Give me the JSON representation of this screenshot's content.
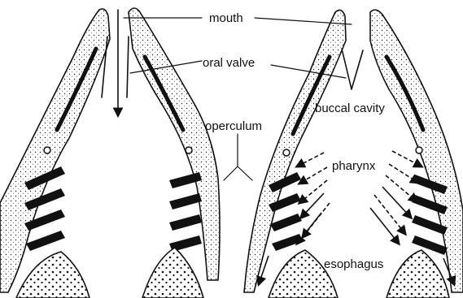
{
  "labels": {
    "mouth": "mouth",
    "oral_valve": "oral valve",
    "buccal_cavity": "buccal cavity",
    "operculum": "operculum",
    "pharynx": "pharynx",
    "esophagus": "esophagus"
  },
  "colors": {
    "ink": "#111111",
    "background": "#ffffff"
  }
}
